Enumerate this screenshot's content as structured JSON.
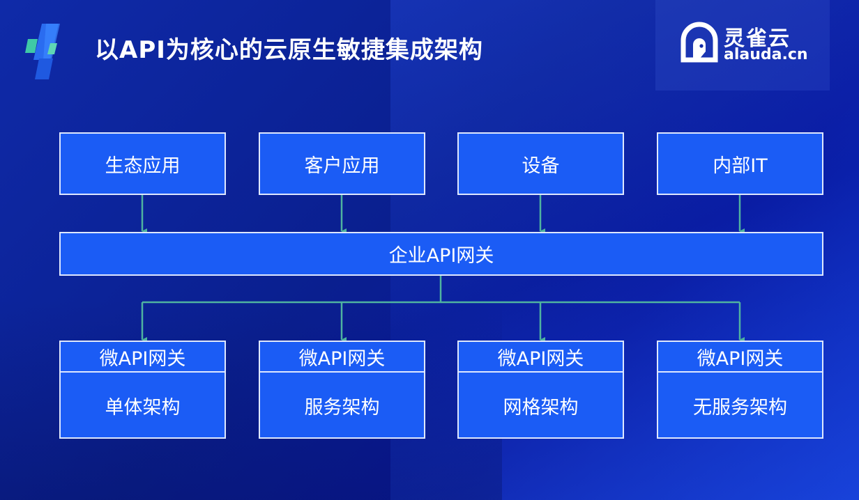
{
  "title": "以API为核心的云原生敏捷集成架构",
  "brand": {
    "name_cn": "灵雀云",
    "name_en": "alauda.cn"
  },
  "colors": {
    "box_fill": "#1b5cf5",
    "box_border": "#dfe8ff",
    "connector": "#4fb3a0",
    "background": "#0a1f8f"
  },
  "top_boxes": [
    "生态应用",
    "客户应用",
    "设备",
    "内部IT"
  ],
  "gateway": "企业API网关",
  "micro_gateways": [
    {
      "header": "微API网关",
      "body": "单体架构"
    },
    {
      "header": "微API网关",
      "body": "服务架构"
    },
    {
      "header": "微API网关",
      "body": "网格架构"
    },
    {
      "header": "微API网关",
      "body": "无服务架构"
    }
  ]
}
